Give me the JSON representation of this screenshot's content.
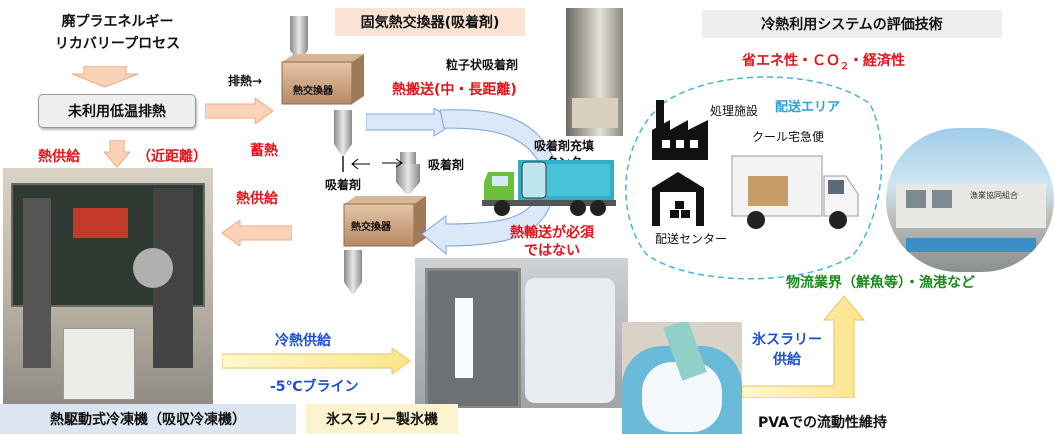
{
  "process": {
    "title_line1": "廃プラエネルギー",
    "title_line2": "リカバリープロセス",
    "unused_heat": "未利用低温排熱",
    "heat_supply_near": "熱供給",
    "near_distance": "（近距離）",
    "exhaust_heat": "排熱→",
    "heat_storage": "蓄熱",
    "heat_supply": "熱供給"
  },
  "exchanger": {
    "header": "固気熱交換器(吸着剤)",
    "label_top": "熱交換器",
    "label_bottom": "熱交換器",
    "adsorbent_in": "吸着剤",
    "adsorbent_out": "吸着剤",
    "granular": "粒子状吸着剤",
    "transport": "熱搬送(中・長距離)",
    "tank_line1": "吸着剤充填",
    "tank_line2": "タンク",
    "no_heat_transport_line1": "熱輸送が必須",
    "no_heat_transport_line2": "ではない"
  },
  "evaluation": {
    "header": "冷熱利用システムの評価技術",
    "benefits_a": "省エネ性・ＣＯ",
    "benefits_sub": "２",
    "benefits_b": "・経済性",
    "delivery_area": "配送エリア",
    "processing_facility": "処理施設",
    "cool_delivery": "クール宅急便",
    "distribution_center": "配送センター",
    "industry": "物流業界（鮮魚等）・漁港など",
    "sign_text": "漁業協同組合"
  },
  "bottom": {
    "chiller_label": "熱駆動式冷凍機（吸収冷凍機）",
    "cold_supply": "冷熱供給",
    "brine": "-5℃ブライン",
    "ice_machine": "氷スラリー製氷機",
    "ice_supply_line1": "氷スラリー",
    "ice_supply_line2": "供給",
    "pva": "PVAでの流動性維持"
  }
}
